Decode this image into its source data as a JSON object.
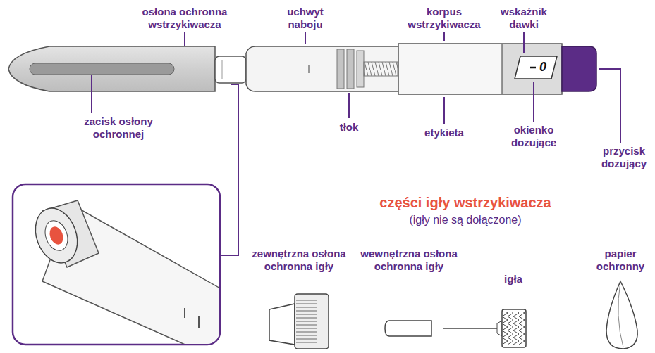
{
  "diagram": {
    "labels": [
      "osłona ochronna wstrzykiwacza",
      "zacisk osłony ochronnej",
      "uchwyt naboju",
      "tłok",
      "korpus wstrzykiwacza",
      "etykieta",
      "wskaźnik dawki",
      "0",
      "okienko dozujące",
      "przycisk dozujący",
      "części igły wstrzykiwacza",
      "(igły nie są dołączone)",
      "zewnętrzna osłona ochronna igły",
      "wewnętrzna osłona ochronna igły",
      "igła",
      "papier ochronny"
    ]
  }
}
